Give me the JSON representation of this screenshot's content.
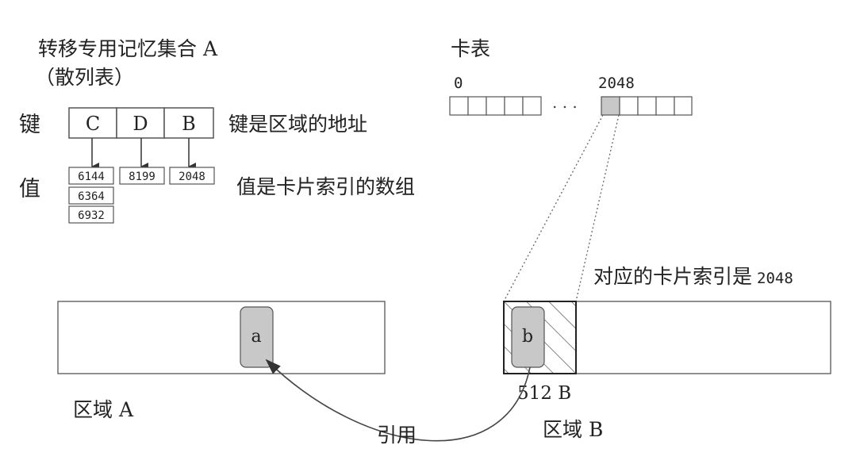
{
  "hash_title_line1": "转移专用记忆集合 A",
  "hash_title_line2": "（散列表）",
  "keys_row_label": "键",
  "values_row_label": "值",
  "keys": [
    "C",
    "D",
    "B"
  ],
  "key_values": [
    [
      "6144",
      "6364",
      "6932"
    ],
    [
      "8199"
    ],
    [
      "2048"
    ]
  ],
  "keys_note": "键是区域的地址",
  "values_note": "值是卡片索引的数组",
  "card_table_title": "卡表",
  "card_index_start": "0",
  "card_index_mid": "2048",
  "ellipsis": ". . .",
  "region_a_object": "a",
  "region_b_object": "b",
  "region_a_label": "区域 A",
  "region_b_label": "区域 B",
  "card_size_label": "512 B",
  "reference_label": "引用",
  "card_index_note_text": "对应的卡片索引是",
  "card_index_note_value": "2048",
  "colors": {
    "ink": "#333333",
    "line": "#555555",
    "highlight": "#c8c8c8"
  }
}
